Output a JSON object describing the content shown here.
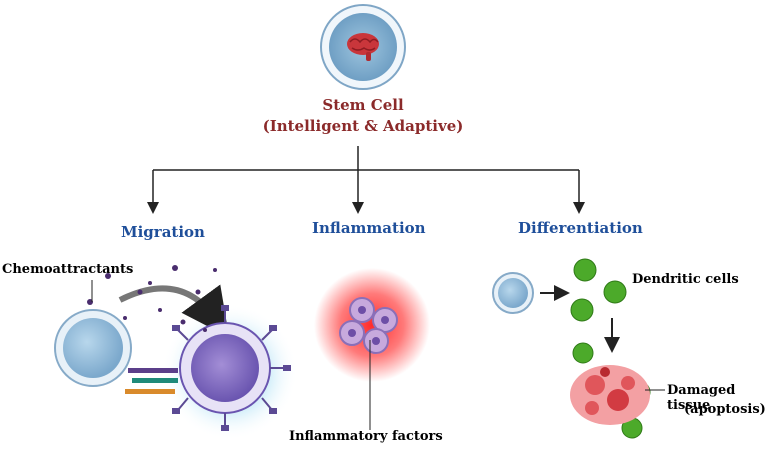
{
  "root": {
    "title": "Stem Cell",
    "subtitle": "(Intelligent & Adaptive)",
    "icon": "brain-icon"
  },
  "branches": {
    "migration": {
      "label": "Migration",
      "annotation": "Chemoattractants"
    },
    "inflammation": {
      "label": "Inflammation",
      "annotation": "Inflammatory factors"
    },
    "differentiation": {
      "label": "Differentiation",
      "annotation_1": "Dendritic cells",
      "annotation_2": "Damaged tissue",
      "annotation_3": "(apoptosis)"
    }
  },
  "colors": {
    "title": "#8b2a2a",
    "branch_label": "#1f4f9a",
    "connector": "#222222",
    "dendritic": "#4caa2a",
    "tissue": "#e0565b"
  }
}
